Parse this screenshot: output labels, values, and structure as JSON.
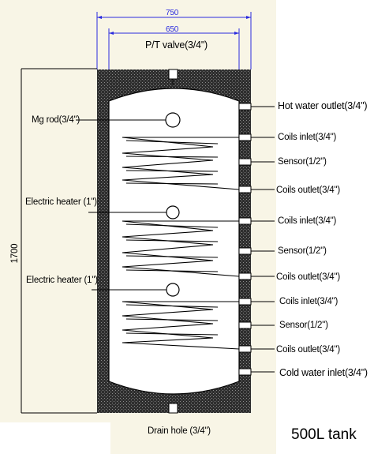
{
  "dimensions": {
    "outer_width": "750",
    "inner_width": "650",
    "height": "1700"
  },
  "top_label": "P/T  valve(3/4\")",
  "left_labels": {
    "mg_rod": "Mg rod(3/4\")",
    "heater_1": "Electric heater (1\")",
    "heater_2": "Electric heater (1\")"
  },
  "right_labels": [
    "Hot water outlet(3/4\")",
    "Coils inlet(3/4\")",
    "Sensor(1/2\")",
    "Coils outlet(3/4\")",
    "Coils inlet(3/4\")",
    "Sensor(1/2\")",
    "Coils outlet(3/4\")",
    "Coils inlet(3/4\")",
    "Sensor(1/2\")",
    "Coils outlet(3/4\")",
    "Cold water inlet(3/4\")"
  ],
  "bottom_label": "Drain hole (3/4\")",
  "caption": "500L tank",
  "colors": {
    "background_panel": "#f8f5e6",
    "dimension_lines": "#2a2adf",
    "insulation": "#3a3a3a",
    "lines": "#000000"
  }
}
